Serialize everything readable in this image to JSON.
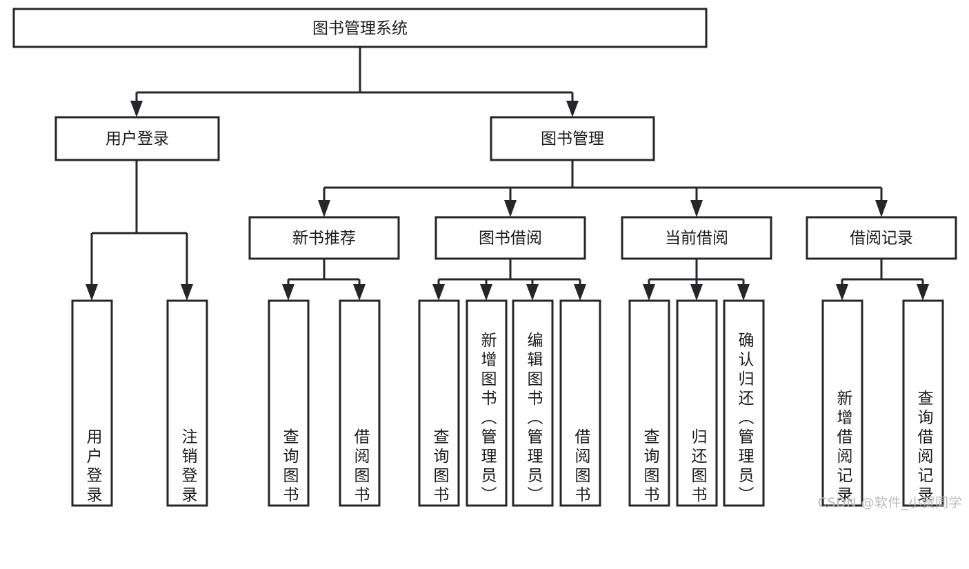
{
  "diagram": {
    "type": "tree-hierarchy",
    "title": "图书管理系统",
    "orientation": "top-down",
    "colors": {
      "box_stroke": "#26262a",
      "box_fill": "#ffffff",
      "connector": "#26262a",
      "text": "#1a1a1a",
      "background": "#ffffff",
      "watermark": "#b9b9b9"
    },
    "root": {
      "label": "图书管理系统"
    },
    "level2": [
      {
        "label": "用户登录"
      },
      {
        "label": "图书管理"
      }
    ],
    "level3": [
      {
        "label": "新书推荐"
      },
      {
        "label": "图书借阅"
      },
      {
        "label": "当前借阅"
      },
      {
        "label": "借阅记录"
      }
    ],
    "leaves": {
      "user_login": [
        {
          "label": "用户登录"
        },
        {
          "label": "注销登录"
        }
      ],
      "new_book_recommend": [
        {
          "label": "查询图书"
        },
        {
          "label": "借阅图书"
        }
      ],
      "book_borrow": [
        {
          "label": "查询图书"
        },
        {
          "label": "新增图书（管理员）"
        },
        {
          "label": "编辑图书（管理员）"
        },
        {
          "label": "借阅图书"
        }
      ],
      "current_borrow": [
        {
          "label": "查询图书"
        },
        {
          "label": "归还图书"
        },
        {
          "label": "确认归还（管理员）"
        }
      ],
      "borrow_record": [
        {
          "label": "新增借阅记录"
        },
        {
          "label": "查询借阅记录"
        }
      ]
    }
  },
  "watermark": {
    "text": "CSDN @软件_小贺同学"
  }
}
